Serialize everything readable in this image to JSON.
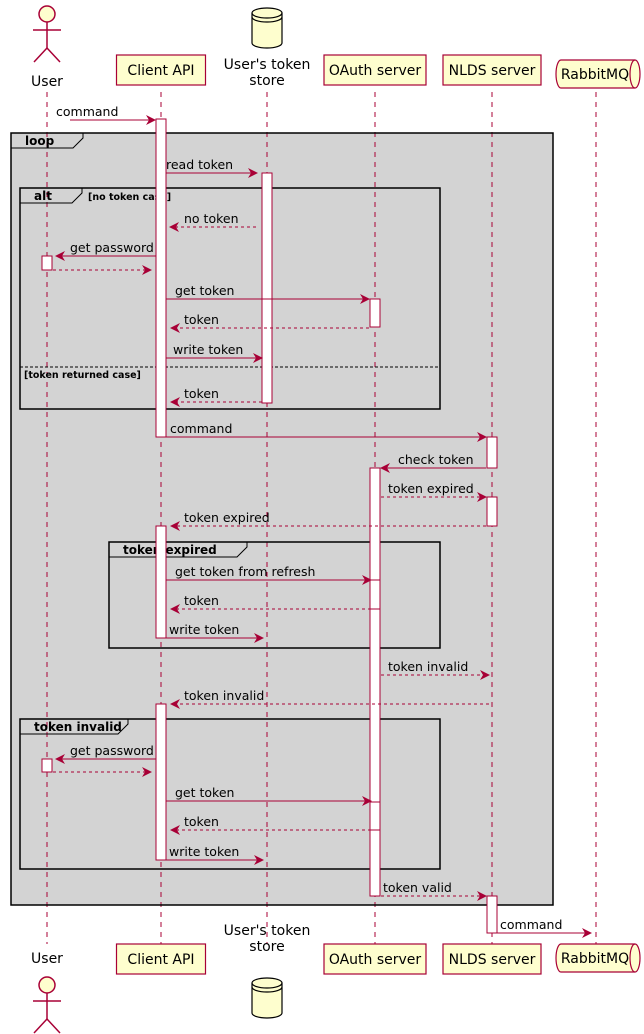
{
  "participants": [
    {
      "id": "user",
      "label": "User",
      "kind": "actor"
    },
    {
      "id": "client",
      "label": "Client API",
      "kind": "participant"
    },
    {
      "id": "store",
      "label": "User's token\nstore",
      "kind": "database"
    },
    {
      "id": "oauth",
      "label": "OAuth server",
      "kind": "participant"
    },
    {
      "id": "nlds",
      "label": "NLDS server",
      "kind": "participant"
    },
    {
      "id": "rabbit",
      "label": "RabbitMQ",
      "kind": "queue"
    }
  ],
  "frames": [
    {
      "id": "loop",
      "title": "loop",
      "guard": ""
    },
    {
      "id": "alt",
      "title": "alt",
      "guard": "[no token case]",
      "else_guard": "[token returned case]"
    },
    {
      "id": "expired",
      "title": "token expired",
      "guard": ""
    },
    {
      "id": "invalid",
      "title": "token invalid",
      "guard": ""
    }
  ],
  "messages": [
    {
      "from": "user",
      "to": "client",
      "label": "command",
      "style": "solid"
    },
    {
      "from": "client",
      "to": "store",
      "label": "read token",
      "style": "solid"
    },
    {
      "from": "store",
      "to": "client",
      "label": "no token",
      "style": "dashed"
    },
    {
      "from": "client",
      "to": "user",
      "label": "get password",
      "style": "solid"
    },
    {
      "from": "user",
      "to": "client",
      "label": "",
      "style": "dashed"
    },
    {
      "from": "client",
      "to": "oauth",
      "label": "get token",
      "style": "solid"
    },
    {
      "from": "oauth",
      "to": "client",
      "label": "token",
      "style": "dashed"
    },
    {
      "from": "client",
      "to": "store",
      "label": "write token",
      "style": "solid"
    },
    {
      "from": "store",
      "to": "client",
      "label": "token",
      "style": "dashed"
    },
    {
      "from": "client",
      "to": "nlds",
      "label": "command",
      "style": "solid"
    },
    {
      "from": "nlds",
      "to": "oauth",
      "label": "check token",
      "style": "solid"
    },
    {
      "from": "oauth",
      "to": "nlds",
      "label": "token expired",
      "style": "dashed"
    },
    {
      "from": "nlds",
      "to": "client",
      "label": "token expired",
      "style": "dashed"
    },
    {
      "from": "client",
      "to": "oauth",
      "label": "get token from refresh",
      "style": "solid"
    },
    {
      "from": "oauth",
      "to": "client",
      "label": "token",
      "style": "dashed"
    },
    {
      "from": "client",
      "to": "store",
      "label": "write token",
      "style": "solid"
    },
    {
      "from": "oauth",
      "to": "nlds",
      "label": "token invalid",
      "style": "dashed"
    },
    {
      "from": "nlds",
      "to": "client",
      "label": "token invalid",
      "style": "dashed"
    },
    {
      "from": "client",
      "to": "user",
      "label": "get password",
      "style": "solid"
    },
    {
      "from": "user",
      "to": "client",
      "label": "",
      "style": "dashed"
    },
    {
      "from": "client",
      "to": "oauth",
      "label": "get token",
      "style": "solid"
    },
    {
      "from": "oauth",
      "to": "client",
      "label": "token",
      "style": "dashed"
    },
    {
      "from": "client",
      "to": "store",
      "label": "write token",
      "style": "solid"
    },
    {
      "from": "oauth",
      "to": "nlds",
      "label": "token valid",
      "style": "dashed"
    },
    {
      "from": "nlds",
      "to": "rabbit",
      "label": "command",
      "style": "solid"
    }
  ]
}
